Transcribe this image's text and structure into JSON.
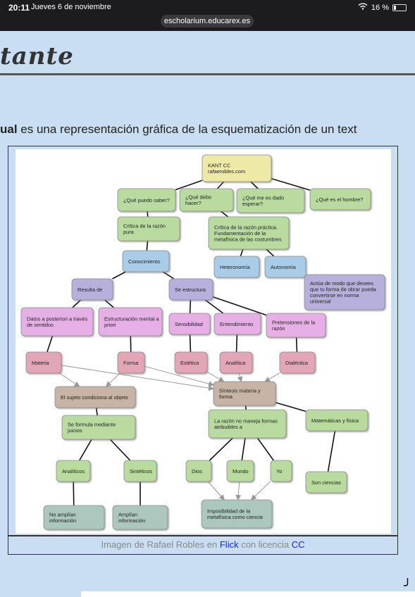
{
  "status": {
    "time": "20:11",
    "date": "Jueves 6 de noviembre",
    "battery": "16 %",
    "battery_level": 0.16,
    "url": "escholarium.educarex.es"
  },
  "banner": {
    "word": "tante"
  },
  "intro": {
    "bold": "ual",
    "rest": " es una representación gráfica de la esquematización de un text"
  },
  "caption": {
    "prefix": "Imagen de Rafael Robles en ",
    "link1": "Flick",
    "middle": " con licencia ",
    "link2": "CC"
  },
  "colors": {
    "yellow": "#efe9a8",
    "green": "#b9dba0",
    "blue": "#a9cde8",
    "purple": "#b7b0dc",
    "pink": "#e6b0e6",
    "rose": "#e3a6b7",
    "tan": "#c7b4a6",
    "sage": "#acc7bd",
    "frame": "#333333"
  },
  "nodes": [
    {
      "id": "kant",
      "lines": [
        "KANT CC",
        "rafaerobles.com"
      ],
      "color": "yellow"
    },
    {
      "id": "saber",
      "lines": [
        "¿Qué puedo saber?"
      ],
      "color": "green"
    },
    {
      "id": "hacer",
      "lines": [
        "¿Qué debo",
        "hacer?"
      ],
      "color": "green"
    },
    {
      "id": "esperar",
      "lines": [
        "¿Qué me es dado",
        "esperar?"
      ],
      "color": "green"
    },
    {
      "id": "hombre",
      "lines": [
        "¿Qué es el hombre?"
      ],
      "color": "green"
    },
    {
      "id": "crp",
      "lines": [
        "Crítica de la razón",
        "pura"
      ],
      "color": "green"
    },
    {
      "id": "crpr",
      "lines": [
        "Crítica de la razón práctica.",
        "Fundamentación de la",
        "metafísica de las costumbres"
      ],
      "color": "green"
    },
    {
      "id": "conoc",
      "lines": [
        "Conocimiento"
      ],
      "color": "blue"
    },
    {
      "id": "hetero",
      "lines": [
        "Heteronomía"
      ],
      "color": "blue"
    },
    {
      "id": "auto",
      "lines": [
        "Autonomía"
      ],
      "color": "blue"
    },
    {
      "id": "resulta",
      "lines": [
        "Resulta de"
      ],
      "color": "purple"
    },
    {
      "id": "estruct",
      "lines": [
        "Se estructura"
      ],
      "color": "purple"
    },
    {
      "id": "actua",
      "lines": [
        "Actúa de modo que desees",
        "que tu forma de obrar pueda",
        "convertirse en norma",
        "universal"
      ],
      "color": "purple"
    },
    {
      "id": "datos",
      "lines": [
        "Datos a posteriori a través",
        "de sentidos"
      ],
      "color": "pink"
    },
    {
      "id": "estrm",
      "lines": [
        "Estructuración mental a",
        "priori"
      ],
      "color": "pink"
    },
    {
      "id": "sensib",
      "lines": [
        "Sensibilidad"
      ],
      "color": "pink"
    },
    {
      "id": "entend",
      "lines": [
        "Entendimiento"
      ],
      "color": "pink"
    },
    {
      "id": "pretens",
      "lines": [
        "Pretensiones de la",
        "razón"
      ],
      "color": "pink"
    },
    {
      "id": "materia",
      "lines": [
        "Materia"
      ],
      "color": "rose"
    },
    {
      "id": "forma",
      "lines": [
        "Forma"
      ],
      "color": "rose"
    },
    {
      "id": "estetica",
      "lines": [
        "Estética"
      ],
      "color": "rose"
    },
    {
      "id": "analitica",
      "lines": [
        "Analítica"
      ],
      "color": "rose"
    },
    {
      "id": "dialectica",
      "lines": [
        "Dialéctica"
      ],
      "color": "rose"
    },
    {
      "id": "sujeto",
      "lines": [
        "El sujeto condiciona al objeto"
      ],
      "color": "tan"
    },
    {
      "id": "sintesis",
      "lines": [
        "Síntesis materia y",
        "forma"
      ],
      "color": "tan"
    },
    {
      "id": "formula",
      "lines": [
        "Se formula mediante",
        "juicios"
      ],
      "color": "green"
    },
    {
      "id": "razonno",
      "lines": [
        "La razón no maneja formas",
        "atribuibles a"
      ],
      "color": "green"
    },
    {
      "id": "matfis",
      "lines": [
        "Matemáticas y física"
      ],
      "color": "green"
    },
    {
      "id": "analiticos",
      "lines": [
        "Analíticos"
      ],
      "color": "green"
    },
    {
      "id": "sinteticos",
      "lines": [
        "Sintéticos"
      ],
      "color": "green"
    },
    {
      "id": "dios",
      "lines": [
        "Dios"
      ],
      "color": "green"
    },
    {
      "id": "mundo",
      "lines": [
        "Mundo"
      ],
      "color": "green"
    },
    {
      "id": "yo",
      "lines": [
        "Yo"
      ],
      "color": "green"
    },
    {
      "id": "sonc",
      "lines": [
        "Son ciencias"
      ],
      "color": "green"
    },
    {
      "id": "noamp",
      "lines": [
        "No amplían",
        "información"
      ],
      "color": "sage"
    },
    {
      "id": "amp",
      "lines": [
        "Amplían",
        "información"
      ],
      "color": "sage"
    },
    {
      "id": "imposib",
      "lines": [
        "Imposibilidad de la",
        "metafísica como ciencia"
      ],
      "color": "sage"
    }
  ],
  "links": [
    [
      "kant",
      "saber",
      false
    ],
    [
      "kant",
      "hacer",
      false
    ],
    [
      "kant",
      "esperar",
      false
    ],
    [
      "kant",
      "hombre",
      false
    ],
    [
      "saber",
      "crp",
      false
    ],
    [
      "hacer",
      "crpr",
      false
    ],
    [
      "crp",
      "conoc",
      false
    ],
    [
      "crpr",
      "hetero",
      false
    ],
    [
      "crpr",
      "auto",
      false
    ],
    [
      "auto",
      "actua",
      false
    ],
    [
      "conoc",
      "resulta",
      false
    ],
    [
      "conoc",
      "estruct",
      false
    ],
    [
      "resulta",
      "datos",
      false
    ],
    [
      "resulta",
      "estrm",
      false
    ],
    [
      "estruct",
      "sensib",
      false
    ],
    [
      "estruct",
      "entend",
      false
    ],
    [
      "estruct",
      "pretens",
      false
    ],
    [
      "datos",
      "materia",
      false
    ],
    [
      "estrm",
      "forma",
      false
    ],
    [
      "sensib",
      "estetica",
      false
    ],
    [
      "entend",
      "analitica",
      false
    ],
    [
      "pretens",
      "dialectica",
      false
    ],
    [
      "materia",
      "sintesis",
      true
    ],
    [
      "forma",
      "sintesis",
      true
    ],
    [
      "estetica",
      "sintesis",
      true
    ],
    [
      "analitica",
      "sintesis",
      true
    ],
    [
      "dialectica",
      "sintesis",
      true
    ],
    [
      "materia",
      "sujeto",
      true
    ],
    [
      "forma",
      "sujeto",
      true
    ],
    [
      "sujeto",
      "formula",
      false
    ],
    [
      "sintesis",
      "razonno",
      false
    ],
    [
      "sintesis",
      "matfis",
      false
    ],
    [
      "formula",
      "analiticos",
      false
    ],
    [
      "formula",
      "sinteticos",
      false
    ],
    [
      "razonno",
      "dios",
      false
    ],
    [
      "razonno",
      "mundo",
      false
    ],
    [
      "razonno",
      "yo",
      false
    ],
    [
      "matfis",
      "sonc",
      false
    ],
    [
      "analiticos",
      "noamp",
      false
    ],
    [
      "sinteticos",
      "amp",
      false
    ],
    [
      "dios",
      "imposib",
      true
    ],
    [
      "mundo",
      "imposib",
      true
    ],
    [
      "yo",
      "imposib",
      true
    ]
  ]
}
